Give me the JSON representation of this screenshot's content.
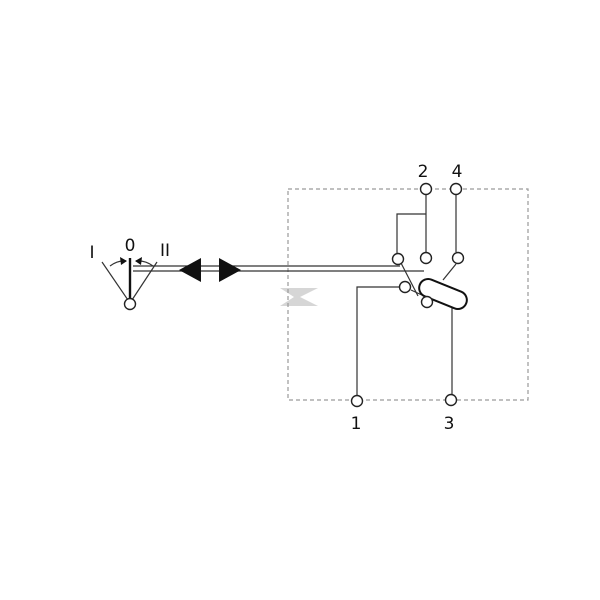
{
  "diagram": {
    "positions": {
      "left": "I",
      "center": "0",
      "right": "II"
    },
    "terminals": {
      "t1": "1",
      "t2": "2",
      "t3": "3",
      "t4": "4"
    },
    "colors": {
      "line": "#333333",
      "border": "#9a9a9a",
      "arrow": "#111111",
      "watermark": "#d6d6d6"
    }
  }
}
